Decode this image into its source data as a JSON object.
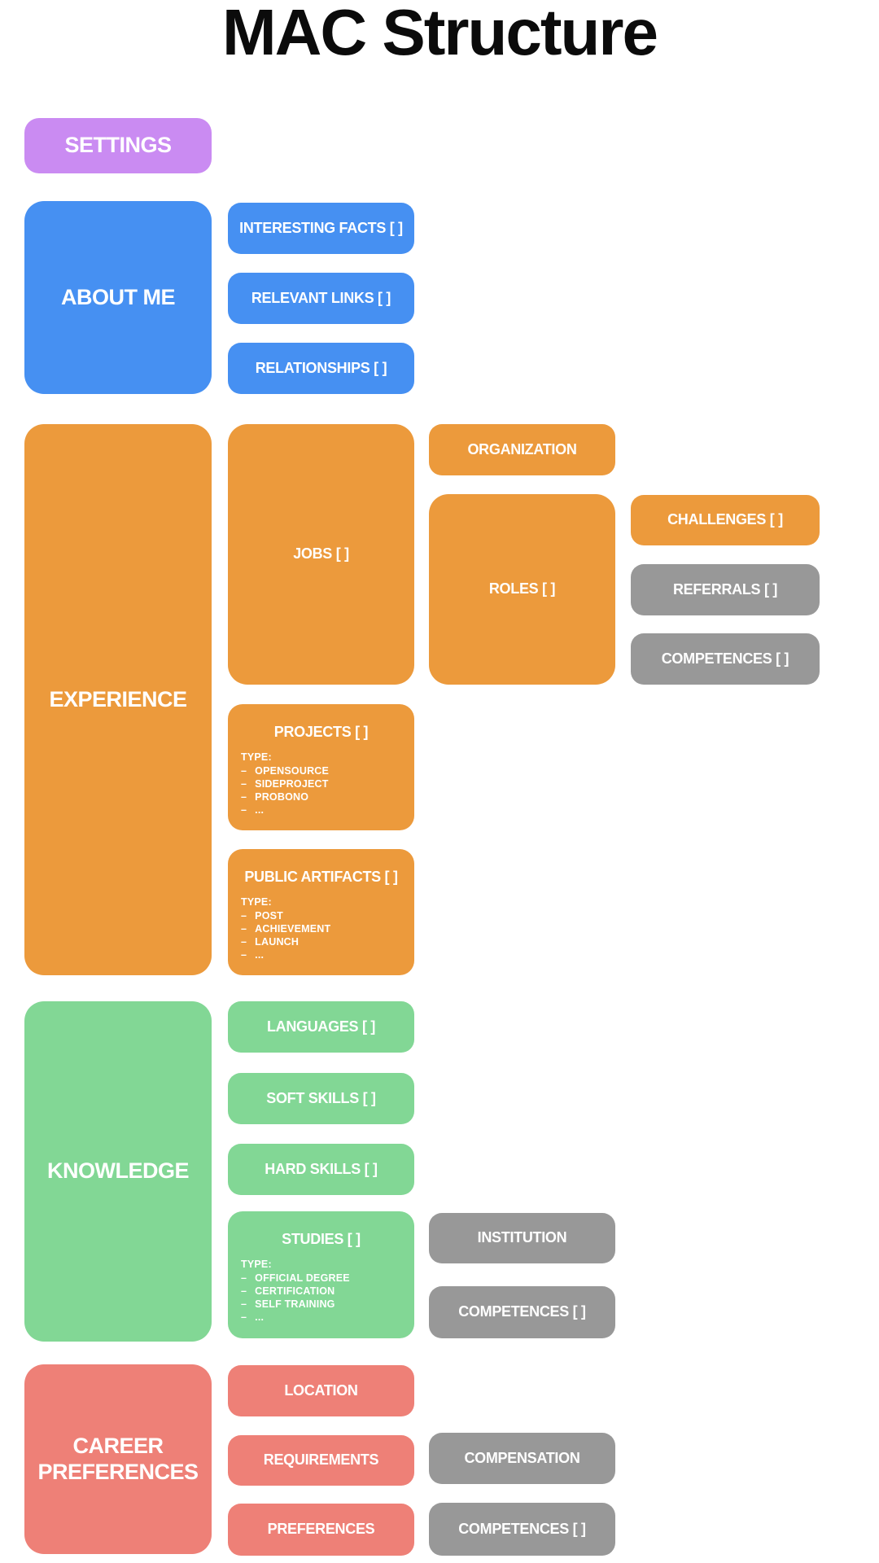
{
  "title": "MAC Structure",
  "palette": {
    "purple": "#ca8bf2",
    "blue": "#4690f2",
    "orange": "#ec9a3c",
    "green": "#82d795",
    "salmon": "#ee8077",
    "gray": "#989898",
    "text": "#ffffff",
    "title_text": "#0b0b0b",
    "background": "#ffffff"
  },
  "sections": {
    "settings": {
      "label": "SETTINGS"
    },
    "about_me": {
      "label": "ABOUT ME",
      "interesting_facts": "INTERESTING FACTS [ ]",
      "relevant_links": "RELEVANT LINKS [ ]",
      "relationships": "RELATIONSHIPS [ ]"
    },
    "experience": {
      "label": "EXPERIENCE",
      "jobs": {
        "label": "JOBS [ ]",
        "organization": "ORGANIZATION",
        "roles": {
          "label": "ROLES [ ]",
          "challenges": "CHALLENGES [ ]",
          "referrals": "REFERRALS [ ]",
          "competences": "COMPETENCES [ ]"
        }
      },
      "projects": {
        "label": "PROJECTS [ ]",
        "type_label": "TYPE:",
        "types": [
          "OPENSOURCE",
          "SIDEPROJECT",
          "PROBONO",
          "..."
        ]
      },
      "public_artifacts": {
        "label": "PUBLIC ARTIFACTS [ ]",
        "type_label": "TYPE:",
        "types": [
          "POST",
          "ACHIEVEMENT",
          "LAUNCH",
          "..."
        ]
      }
    },
    "knowledge": {
      "label": "KNOWLEDGE",
      "languages": "LANGUAGES [ ]",
      "soft_skills": "SOFT SKILLS [ ]",
      "hard_skills": "HARD SKILLS [ ]",
      "studies": {
        "label": "STUDIES [ ]",
        "type_label": "TYPE:",
        "types": [
          "OFFICIAL DEGREE",
          "CERTIFICATION",
          "SELF TRAINING",
          "..."
        ],
        "institution": "INSTITUTION",
        "competences": "COMPETENCES [ ]"
      }
    },
    "career_preferences": {
      "label": "CAREER PREFERENCES",
      "location": "LOCATION",
      "requirements": "REQUIREMENTS",
      "preferences": "PREFERENCES",
      "compensation": "COMPENSATION",
      "competences": "COMPETENCES [ ]"
    }
  }
}
